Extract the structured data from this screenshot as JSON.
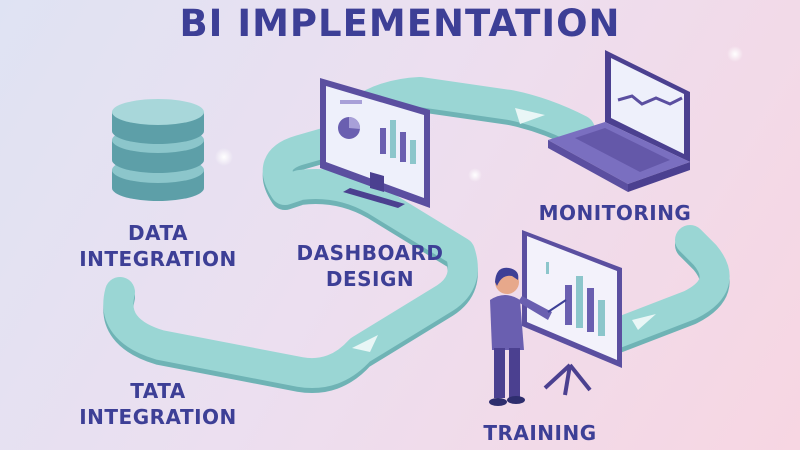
{
  "title": "BI IMPLEMENTATION",
  "steps": {
    "data_integration": {
      "line1": "DATA",
      "line2": "INTEGRATION"
    },
    "dashboard_design": {
      "line1": "DASHBOARD",
      "line2": "DESIGN"
    },
    "monitoring": {
      "line1": "MONITORING"
    },
    "tata_integration": {
      "line1": "TATA",
      "line2": "INTEGRATION"
    },
    "training": {
      "line1": "TRAINING"
    }
  },
  "colors": {
    "title": "#3d3f96",
    "path": "#8fcfcf",
    "path_side": "#6fb3b5",
    "device_purple": "#6a5fb0",
    "database": "#6fb0b8"
  },
  "icons": [
    "database-icon",
    "monitor-icon",
    "laptop-icon",
    "presenter-icon"
  ]
}
